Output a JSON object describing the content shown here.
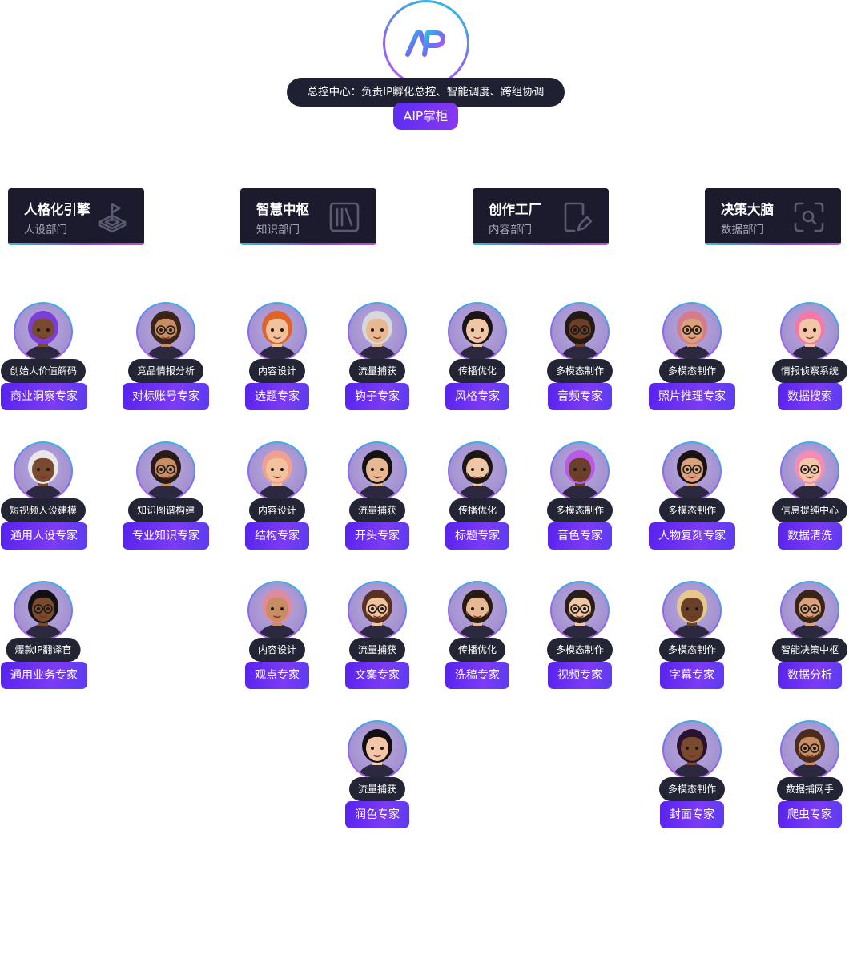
{
  "header": {
    "description": "总控中心：负责IP孵化总控、智能调度、跨组协调",
    "title": "AIP掌柜",
    "logo_icon": "aip-logo-icon"
  },
  "colors": {
    "dark": "#1c1b2e",
    "accent_purple": "#5b2df2",
    "accent_cyan": "#1fc8e6"
  },
  "departments": [
    {
      "title": "人格化引擎",
      "subtitle": "人设部门",
      "icon": "chess-piece-icon"
    },
    {
      "title": "智慧中枢",
      "subtitle": "知识部门",
      "icon": "library-icon"
    },
    {
      "title": "创作工厂",
      "subtitle": "内容部门",
      "icon": "edit-document-icon"
    },
    {
      "title": "决策大脑",
      "subtitle": "数据部门",
      "icon": "scan-search-icon"
    }
  ],
  "experts": [
    {
      "tag": "创始人价值解码",
      "role": "商业洞察专家"
    },
    {
      "tag": "竞品情报分析",
      "role": "对标账号专家"
    },
    {
      "tag": "内容设计",
      "role": "选题专家"
    },
    {
      "tag": "流量捕获",
      "role": "钩子专家"
    },
    {
      "tag": "传播优化",
      "role": "风格专家"
    },
    {
      "tag": "多模态制作",
      "role": "音频专家"
    },
    {
      "tag": "多模态制作",
      "role": "照片推理专家"
    },
    {
      "tag": "情报侦察系统",
      "role": "数据搜索"
    },
    {
      "tag": "短视频人设建模",
      "role": "通用人设专家"
    },
    {
      "tag": "知识图谱构建",
      "role": "专业知识专家"
    },
    {
      "tag": "内容设计",
      "role": "结构专家"
    },
    {
      "tag": "流量捕获",
      "role": "开头专家"
    },
    {
      "tag": "传播优化",
      "role": "标题专家"
    },
    {
      "tag": "多模态制作",
      "role": "音色专家"
    },
    {
      "tag": "多模态制作",
      "role": "人物复刻专家"
    },
    {
      "tag": "信息提纯中心",
      "role": "数据清洗"
    },
    {
      "tag": "爆款IP翻译官",
      "role": "通用业务专家"
    },
    {
      "tag": "内容设计",
      "role": "观点专家"
    },
    {
      "tag": "流量捕获",
      "role": "文案专家"
    },
    {
      "tag": "传播优化",
      "role": "洗稿专家"
    },
    {
      "tag": "多模态制作",
      "role": "视频专家"
    },
    {
      "tag": "多模态制作",
      "role": "字幕专家"
    },
    {
      "tag": "智能决策中枢",
      "role": "数据分析"
    },
    {
      "tag": "流量捕获",
      "role": "润色专家"
    },
    {
      "tag": "多模态制作",
      "role": "封面专家"
    },
    {
      "tag": "数据捕网手",
      "role": "爬虫专家"
    }
  ]
}
